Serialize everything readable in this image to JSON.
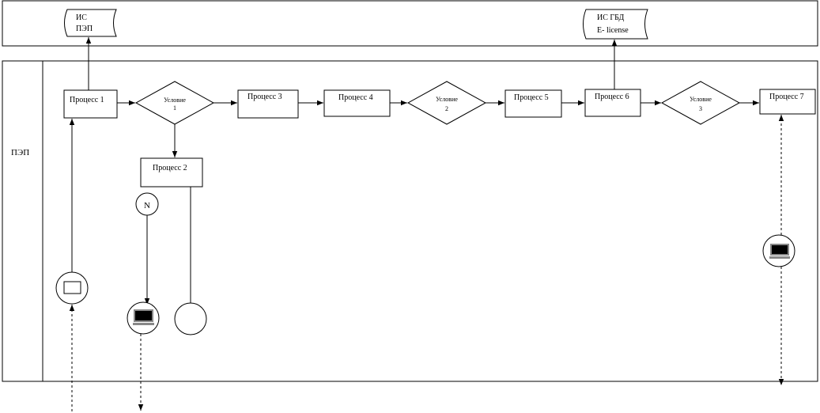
{
  "top_lane": {
    "db1": {
      "line1": "ИС",
      "line2": "ПЭП"
    },
    "db2": {
      "line1": "ИС ГБД",
      "line2": "E- license"
    }
  },
  "main_lane": {
    "label": "ПЭП",
    "processes": {
      "p1": "Процесс 1",
      "p2": "Процесс 2",
      "p3": "Процесс 3",
      "p4": "Процесс 4",
      "p5": "Процесс 5",
      "p6": "Процесс 6",
      "p7": "Процесс 7"
    },
    "conditions": {
      "c1": {
        "line1": "Условие",
        "line2": "1"
      },
      "c2": {
        "line1": "Условие",
        "line2": "2"
      },
      "c3": {
        "line1": "Условие",
        "line2": "3"
      }
    },
    "connector_label": "N"
  }
}
